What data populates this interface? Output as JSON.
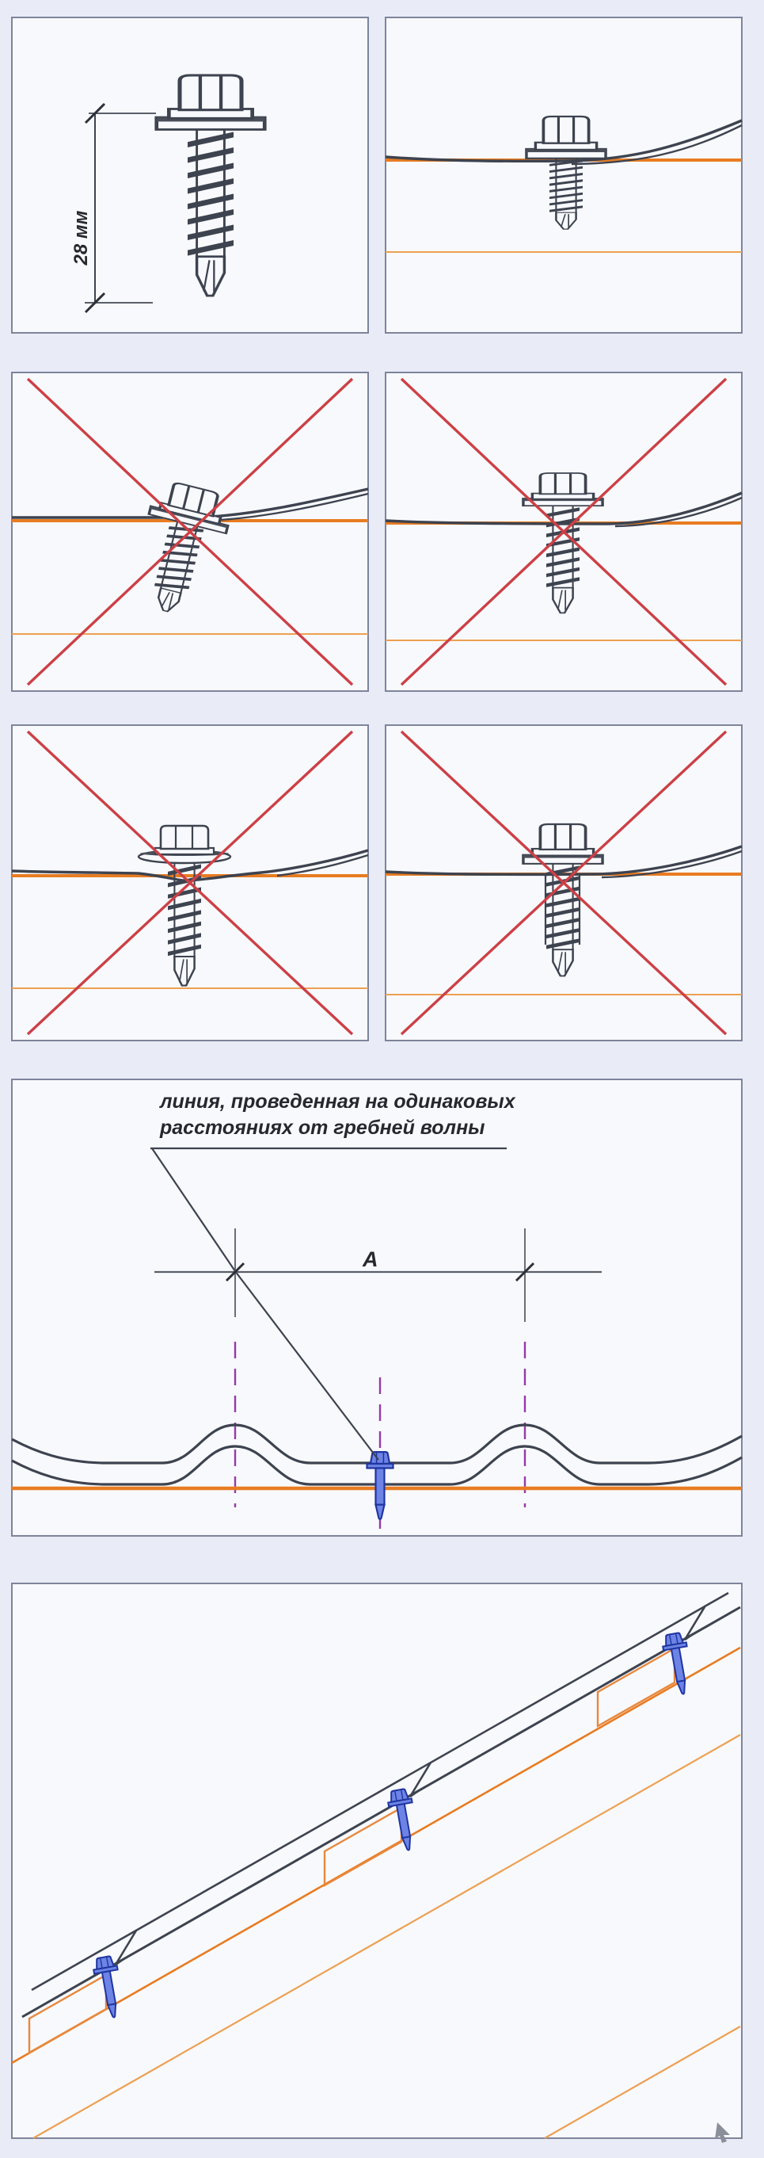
{
  "page": {
    "background_color": "#e9ebf6",
    "panel_background": "#f8f9fd",
    "panel_border_color": "#7e849b"
  },
  "colors": {
    "line_dark": "#3d434f",
    "purlin_orange_thick": "#e87c22",
    "purlin_orange_thin": "#eda052",
    "cross_red": "#cc4046",
    "axis_purple": "#963aa8",
    "screw_blue_fill": "#6d84e6",
    "screw_blue_stroke": "#1f35a0",
    "dimension_gray": "#5a5f68"
  },
  "panel1": {
    "dimension_label": "28 мм"
  },
  "panel7": {
    "annotation_line1": "линия, проведенная на одинаковых",
    "annotation_line2": "расстояниях от гребней волны",
    "dimension_label": "A"
  },
  "panels": [
    {
      "id": "screw-length-detail",
      "marker": "none",
      "drawing": "self-drilling-screw-with-length-dimension"
    },
    {
      "id": "correct-fastening",
      "marker": "none",
      "drawing": "screw-driven-perpendicular-in-wave-trough"
    },
    {
      "id": "error-tilted-screw",
      "marker": "red-cross",
      "drawing": "screw-driven-at-an-angle"
    },
    {
      "id": "error-underdriven-screw",
      "marker": "red-cross",
      "drawing": "washer-not-compressed-gap-under-washer"
    },
    {
      "id": "error-overdriven-screw",
      "marker": "red-cross",
      "drawing": "washer-overtightened-and-deformed"
    },
    {
      "id": "error-oversized-hole",
      "marker": "red-cross",
      "drawing": "screw-loose-in-oversized-hole"
    },
    {
      "id": "crest-spacing-scheme",
      "marker": "none",
      "drawing": "fastening-line-at-equal-distance-from-wave-crests"
    },
    {
      "id": "roof-slope-section",
      "marker": "none",
      "drawing": "screws-at-profile-steps-into-battens"
    }
  ]
}
